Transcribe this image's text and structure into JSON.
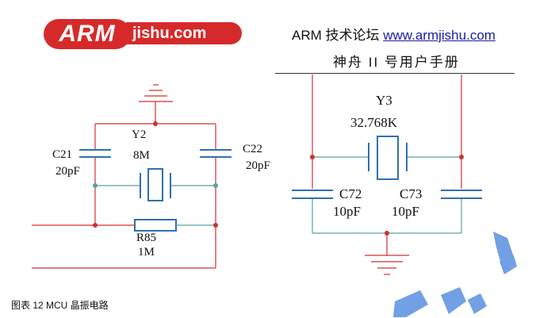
{
  "header": {
    "logo_text_main": "ARM",
    "logo_text_sub": "jishu.com",
    "site_name": "ARM 技术论坛",
    "site_url": "www.armjishu.com",
    "manual_title": "神舟 II 号用户手册"
  },
  "left_circuit": {
    "crystal_label": "Y2",
    "crystal_freq": "8M",
    "cap_left_label": "C21",
    "cap_left_value": "20pF",
    "cap_right_label": "C22",
    "cap_right_value": "20pF",
    "resistor_label": "R85",
    "resistor_value": "1M"
  },
  "right_circuit": {
    "crystal_label": "Y3",
    "crystal_freq": "32.768K",
    "cap_left_label": "C72",
    "cap_left_value": "10pF",
    "cap_right_label": "C73",
    "cap_right_value": "10pF"
  },
  "caption": "图表  12 MCU 晶振电路",
  "colors": {
    "wire_red": "#d03030",
    "wire_teal": "#5aa0a0",
    "brand_red": "#d62a2a",
    "link_blue": "#1a1aa6",
    "watermark_blue": "#5a90e0"
  }
}
